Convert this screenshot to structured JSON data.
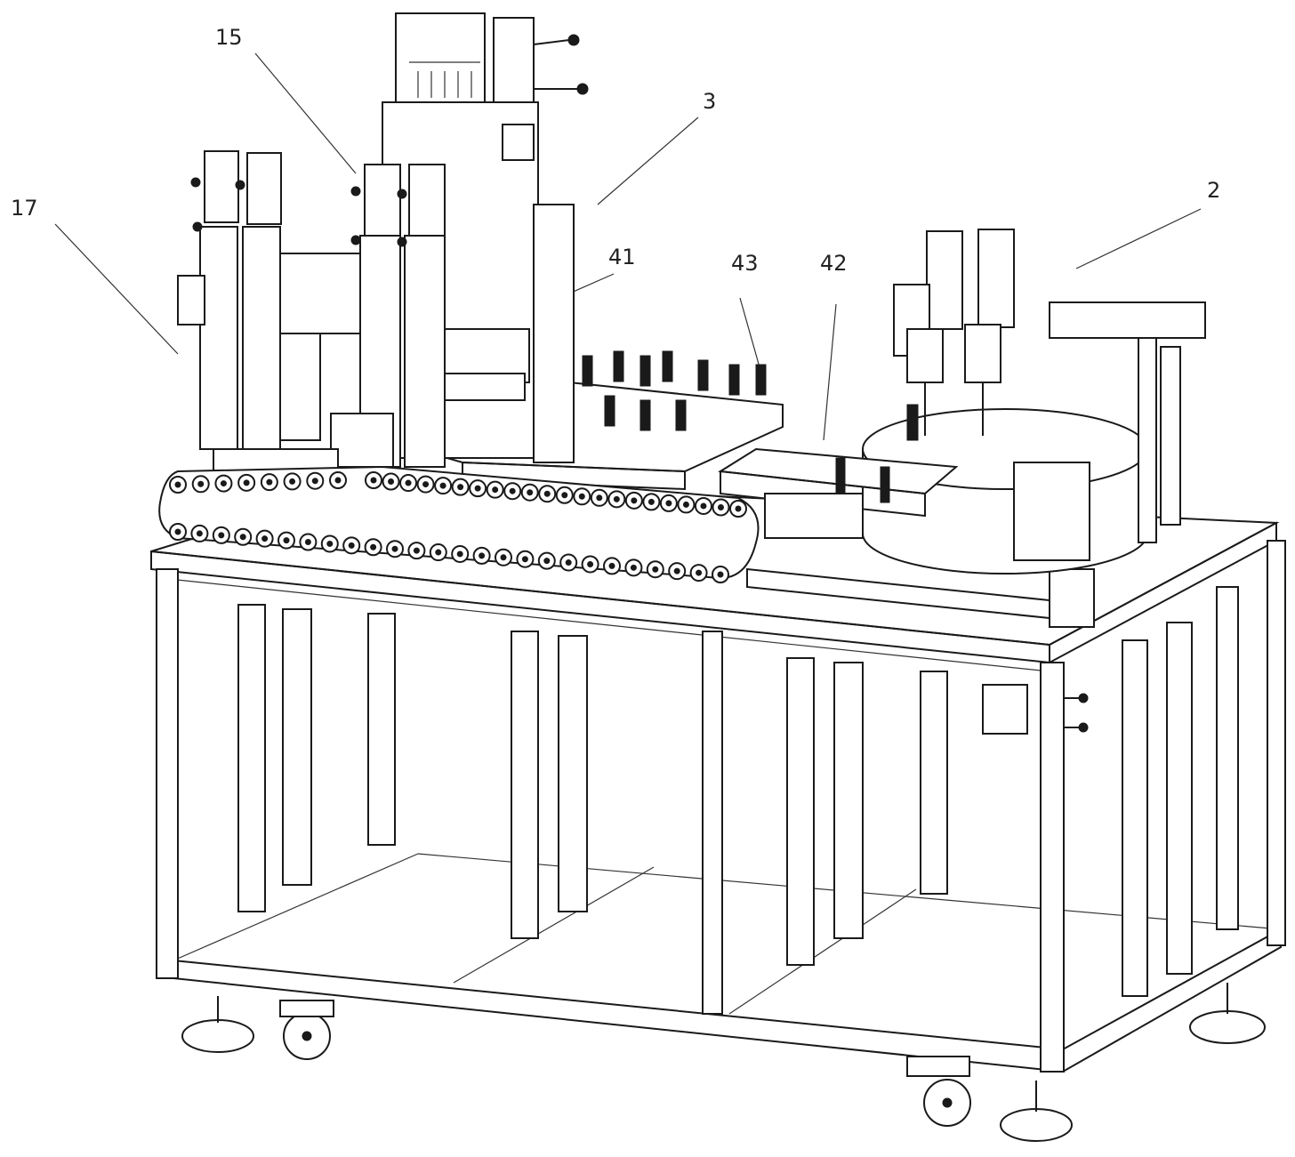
{
  "figure": {
    "reference_labels": [
      {
        "id": "label-15",
        "text": "15"
      },
      {
        "id": "label-3",
        "text": "3"
      },
      {
        "id": "label-17",
        "text": "17"
      },
      {
        "id": "label-2",
        "text": "2"
      },
      {
        "id": "label-41",
        "text": "41"
      },
      {
        "id": "label-43",
        "text": "43"
      },
      {
        "id": "label-42",
        "text": "42"
      }
    ]
  }
}
